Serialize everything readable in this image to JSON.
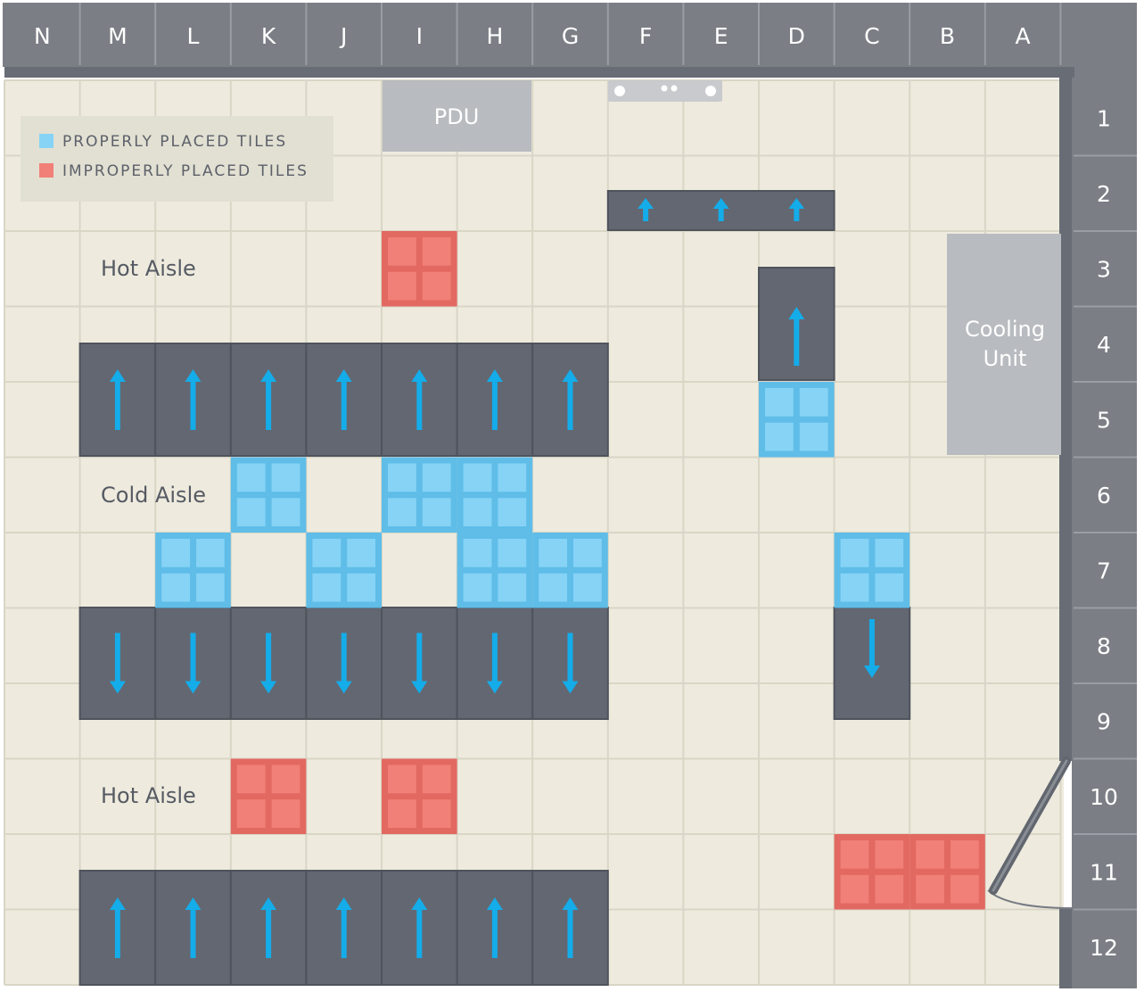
{
  "columns": [
    "N",
    "M",
    "L",
    "K",
    "J",
    "I",
    "H",
    "G",
    "F",
    "E",
    "D",
    "C",
    "B",
    "A"
  ],
  "rows": [
    "1",
    "2",
    "3",
    "4",
    "5",
    "6",
    "7",
    "8",
    "9",
    "10",
    "11",
    "12"
  ],
  "legend": {
    "proper": "PROPERLY PLACED TILES",
    "improper": "IMPROPERLY PLACED TILES"
  },
  "labels": {
    "hot_aisle_top": "Hot Aisle",
    "cold_aisle": "Cold Aisle",
    "hot_aisle_bottom": "Hot Aisle",
    "pdu": "PDU",
    "cooling_line1": "Cooling",
    "cooling_line2": "Unit"
  },
  "colors": {
    "floor": "#eeebde",
    "grid": "#d9d6c6",
    "header": "#7b7e85",
    "rack": "#636772",
    "arrow": "#14ace9",
    "proper_tile": "#86d3f6",
    "improper_tile": "#f08078",
    "equipment": "#b8bbbf",
    "legend_bg": "#e2e0d2"
  },
  "proper_tiles": [
    {
      "col": "K",
      "row": "6"
    },
    {
      "col": "I",
      "row": "6"
    },
    {
      "col": "H",
      "row": "6"
    },
    {
      "col": "L",
      "row": "7"
    },
    {
      "col": "J",
      "row": "7"
    },
    {
      "col": "H",
      "row": "7"
    },
    {
      "col": "G",
      "row": "7"
    },
    {
      "col": "D",
      "row": "5"
    },
    {
      "col": "C",
      "row": "7"
    }
  ],
  "improper_tiles": [
    {
      "col": "I",
      "row": "3"
    },
    {
      "col": "K",
      "row": "10"
    },
    {
      "col": "I",
      "row": "10"
    },
    {
      "col": "C",
      "row": "11"
    },
    {
      "col": "B",
      "row": "11"
    }
  ]
}
